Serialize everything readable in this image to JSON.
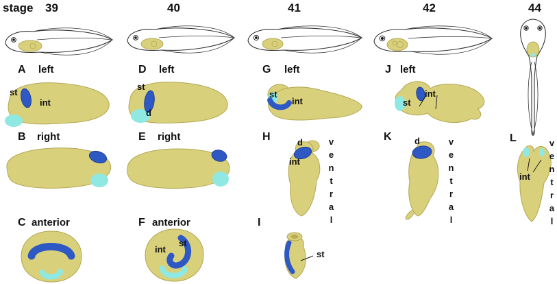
{
  "colors": {
    "body": "#d9d07b",
    "shade": "#b2a754",
    "blue": "#2e59c4",
    "blue_dark": "#1d3c92",
    "cyan": "#8fe9e2",
    "ink": "#1b1b1b"
  },
  "header": {
    "stage_label": "stage",
    "stages": [
      "39",
      "40",
      "41",
      "42",
      "44"
    ]
  },
  "panels": {
    "A": {
      "letter": "A",
      "view": "left",
      "labels": {
        "st": "st",
        "int": "int"
      }
    },
    "B": {
      "letter": "B",
      "view": "right"
    },
    "C": {
      "letter": "C",
      "view": "anterior"
    },
    "D": {
      "letter": "D",
      "view": "left",
      "labels": {
        "st": "st",
        "d": "d"
      }
    },
    "E": {
      "letter": "E",
      "view": "right"
    },
    "F": {
      "letter": "F",
      "view": "anterior",
      "labels": {
        "int": "int",
        "st": "st"
      }
    },
    "G": {
      "letter": "G",
      "view": "left",
      "labels": {
        "st": "st",
        "int": "int"
      }
    },
    "H": {
      "letter": "H",
      "labels": {
        "d": "d",
        "int": "int"
      },
      "side_text": "ventral"
    },
    "I": {
      "letter": "I",
      "labels": {
        "st": "st"
      }
    },
    "J": {
      "letter": "J",
      "view": "left",
      "labels": {
        "st": "st",
        "int": "int"
      }
    },
    "K": {
      "letter": "K",
      "labels": {
        "d": "d"
      },
      "side_text": "ventral"
    },
    "L": {
      "letter": "L",
      "labels": {
        "int": "int"
      },
      "side_text": "ventral"
    }
  }
}
